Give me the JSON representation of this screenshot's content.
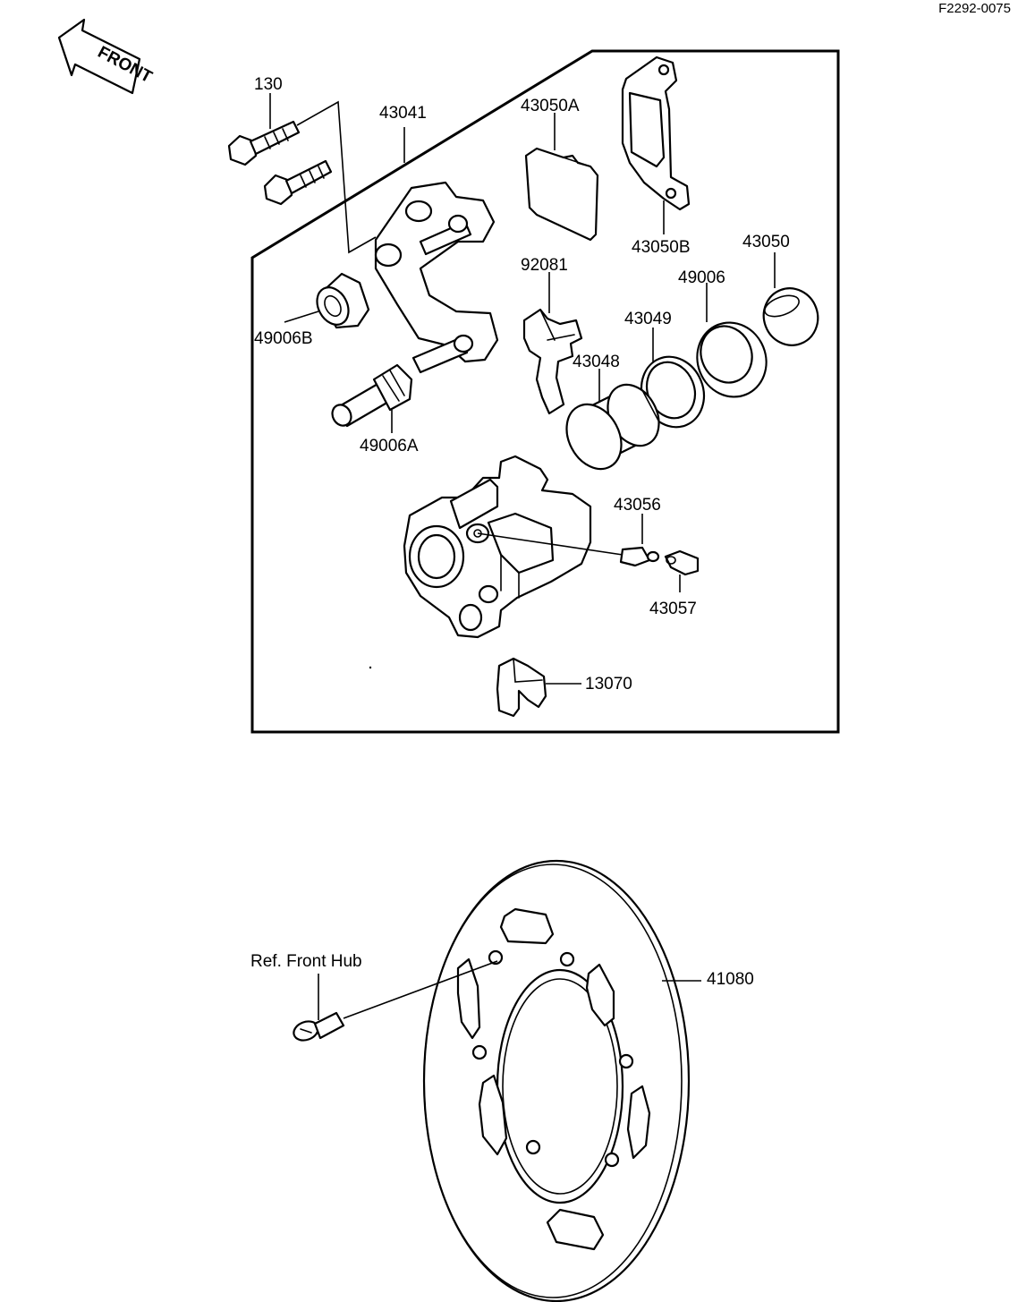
{
  "figure_id": "F2292-0075",
  "front_arrow_label": "FRONT",
  "labels": {
    "bolt_130": "130",
    "bracket_43041": "43041",
    "pad_43050A": "43050A",
    "pad_43050B": "43050B",
    "spring_92081": "92081",
    "boot_43050": "43050",
    "seal_49006": "49006",
    "seal_43049": "43049",
    "piston_43048": "43048",
    "boot_49006B": "49006B",
    "pin_49006A": "49006A",
    "bleeder_43056": "43056",
    "cap_43057": "43057",
    "clip_13070": "13070",
    "ref_front_hub": "Ref. Front Hub",
    "disc_41080": "41080"
  }
}
